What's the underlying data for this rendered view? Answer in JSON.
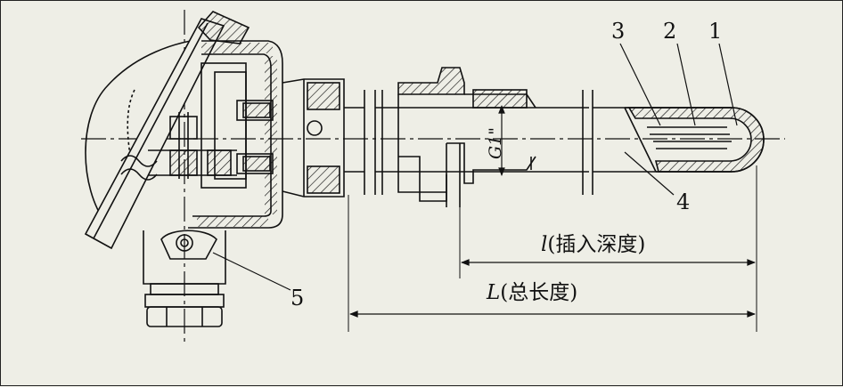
{
  "part_labels": [
    "1",
    "2",
    "3",
    "4",
    "5"
  ],
  "dimensions": {
    "insertion_depth": {
      "symbol": "l",
      "text": "(插入深度)"
    },
    "total_length": {
      "symbol": "L",
      "text": "(总长度)"
    }
  },
  "thread_label": "G1\"",
  "colors": {
    "line": "#111111",
    "background": "#eeeee6"
  }
}
